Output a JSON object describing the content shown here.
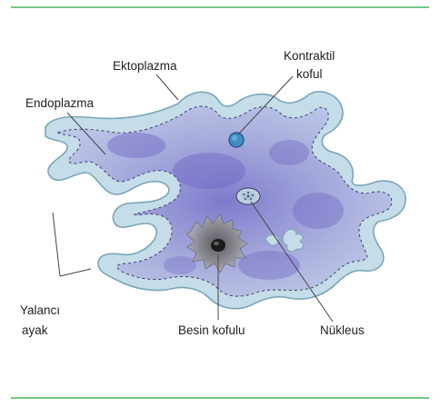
{
  "diagram": {
    "labels": {
      "ektoplazma": "Ektoplazma",
      "kontraktil_line1": "Kontraktil",
      "kontraktil_line2": "koful",
      "endoplazma": "Endoplazma",
      "yalanci_line1": "Yalancı",
      "yalanci_line2": "ayak",
      "besin_kofulu": "Besin kofulu",
      "nukleus": "Nükleus"
    },
    "colors": {
      "frame_line": "#47b85a",
      "ectoplasm": "#c4dde8",
      "ectoplasm_edge": "#7aa5b7",
      "endoplasm": "#9c9ad8",
      "endoplasm_dark": "#6f64c4",
      "contractile_vacuole": "#3f8fc4",
      "food_vacuole": "#8d8d94"
    }
  }
}
